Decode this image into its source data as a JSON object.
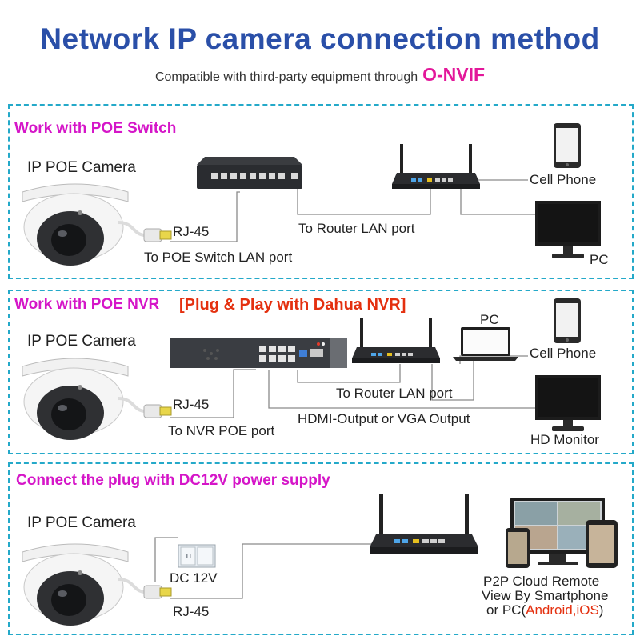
{
  "header": {
    "title": "Network IP camera connection method",
    "subtitle": "Compatible with third-party equipment through",
    "subtitle_highlight": "O-NVIF"
  },
  "panel_poe_switch": {
    "heading": "Work with POE Switch",
    "camera": "IP POE Camera",
    "rj45": "RJ-45",
    "port_label": "To POE Switch LAN port",
    "router_label": "To Router LAN port",
    "phone": "Cell Phone",
    "pc": "PC"
  },
  "panel_poe_nvr": {
    "heading": "Work with POE NVR",
    "heading_highlight": "[Plug & Play with Dahua NVR]",
    "camera": "IP POE Camera",
    "rj45": "RJ-45",
    "port_label": "To NVR POE port",
    "router_label": "To Router LAN port",
    "output_label": "HDMI-Output or VGA Output",
    "pc": "PC",
    "phone": "Cell Phone",
    "monitor": "HD Monitor"
  },
  "panel_dc12v": {
    "heading": "Connect the plug with DC12V power supply",
    "camera": "IP POE Camera",
    "dc": "DC 12V",
    "rj45": "RJ-45",
    "p2p_line1": "P2P Cloud Remote",
    "p2p_line2": "View By Smartphone",
    "p2p_line3_prefix": "or PC(",
    "p2p_line3_highlight": "Android,iOS",
    "p2p_line3_suffix": ")"
  },
  "colors": {
    "title_blue": "#2a4fa8",
    "heading_magenta": "#d516c8",
    "accent_red": "#e4300f",
    "panel_border": "#24a9c9"
  }
}
